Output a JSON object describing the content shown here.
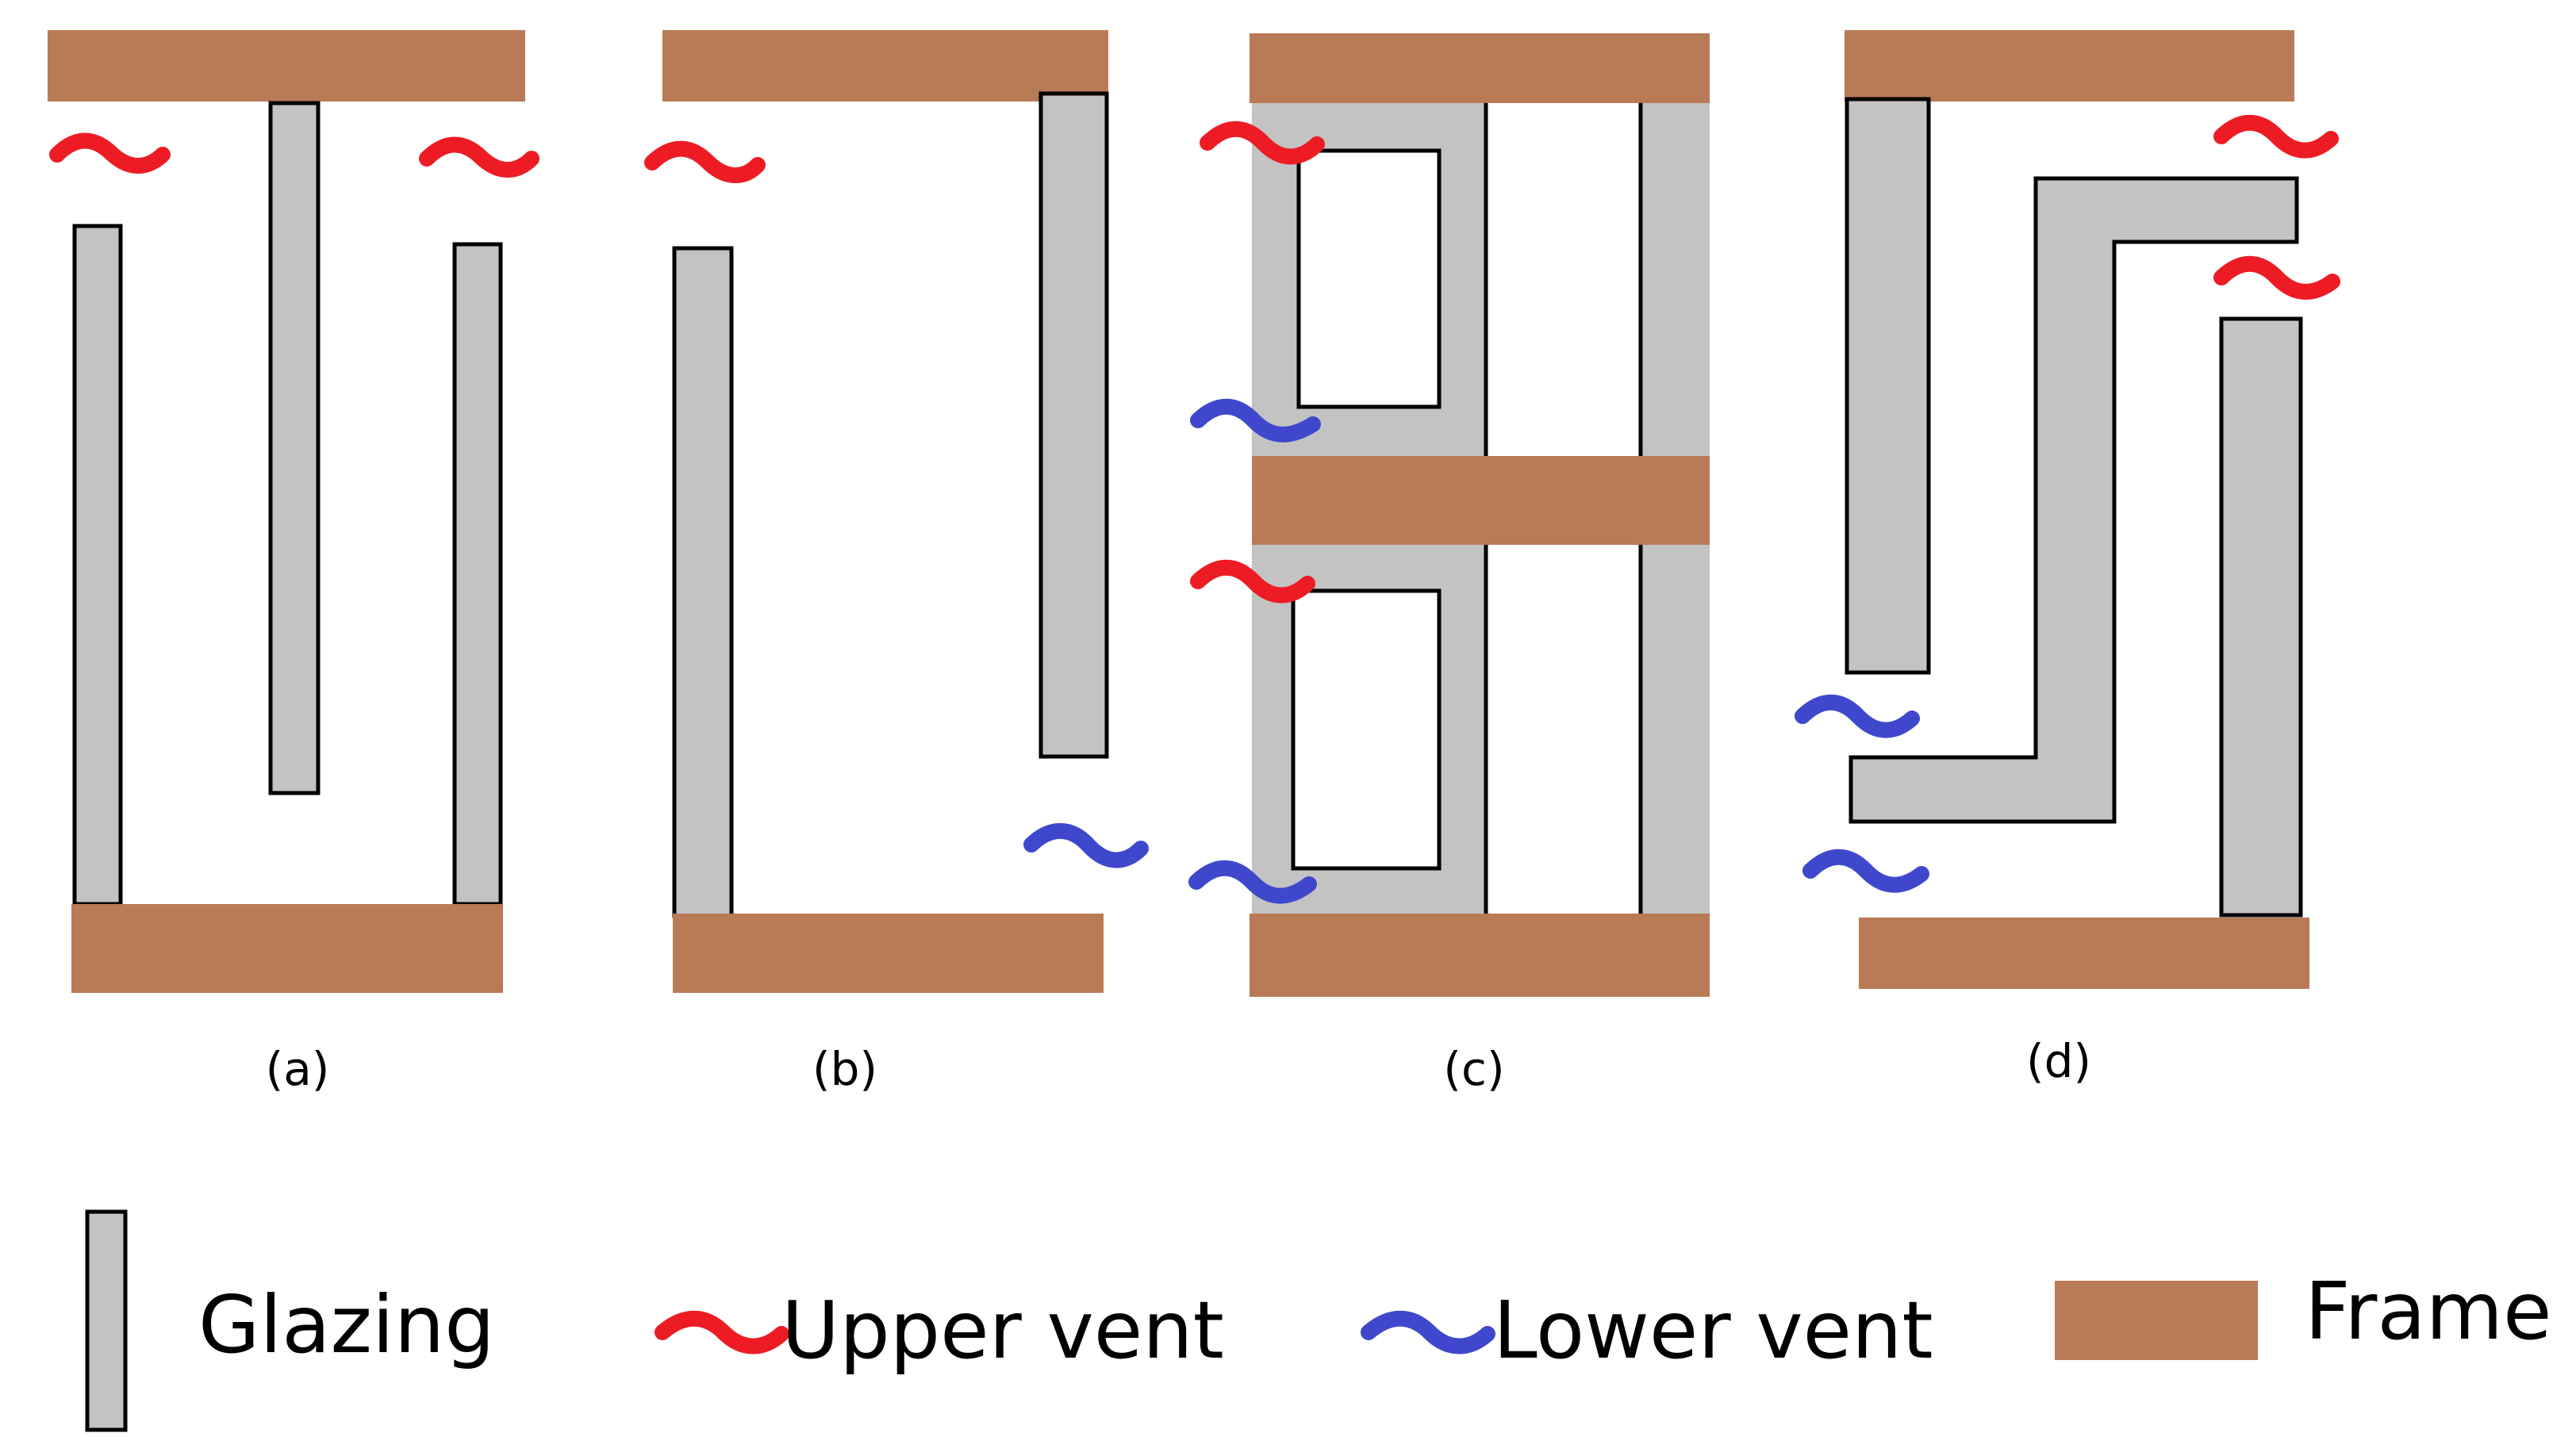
{
  "colors": {
    "glazing": "#c3c3c3",
    "frame": "#b97a56",
    "upper_vent": "#ed1c24",
    "lower_vent": "#3f48cc",
    "outline": "#000000",
    "background": "#ffffff"
  },
  "panels": [
    {
      "label": "(a)"
    },
    {
      "label": "(b)"
    },
    {
      "label": "(c)"
    },
    {
      "label": "(d)"
    }
  ],
  "legend": {
    "glazing": "Glazing",
    "upper_vent": "Upper vent",
    "lower_vent": "Lower vent",
    "frame": "Frame"
  }
}
